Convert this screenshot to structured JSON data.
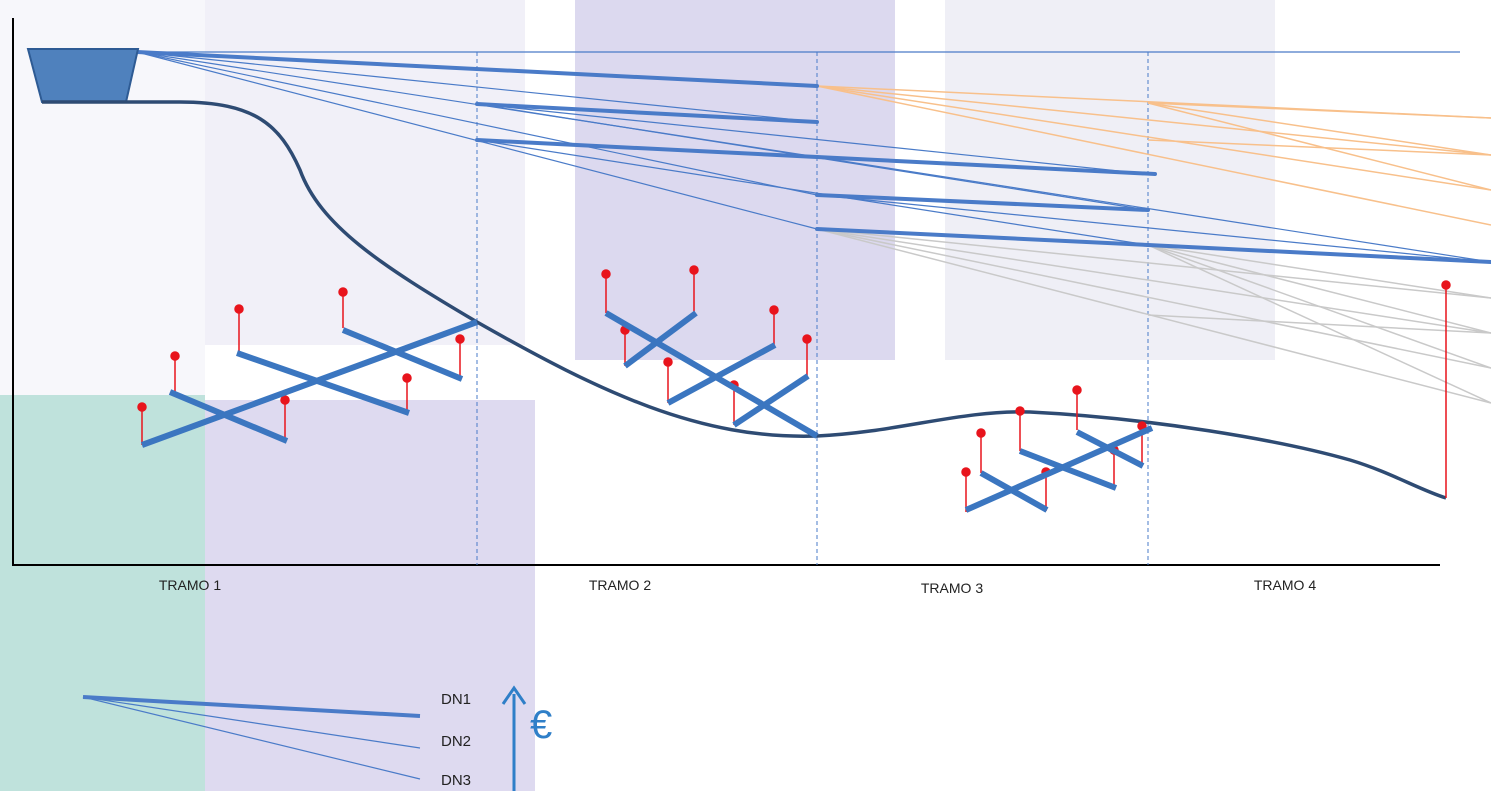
{
  "tramos": [
    "TRAMO 1",
    "TRAMO 2",
    "TRAMO 3",
    "TRAMO 4"
  ],
  "legend": {
    "diameters": [
      "DN1",
      "DN2",
      "DN3"
    ],
    "cost_symbol": "€"
  },
  "colors": {
    "pipe_blue": "#3b76c0",
    "thin_line_blue": "#4a7bc8",
    "pump_blue": "#4f81bd",
    "terrain": "#2e4b73",
    "orange_line": "#f8c08b",
    "grey_line": "#c9c9c9",
    "stem_red": "#e8141c",
    "cost_arrow": "#2f7fc8",
    "divider": "#4a7bc8"
  }
}
